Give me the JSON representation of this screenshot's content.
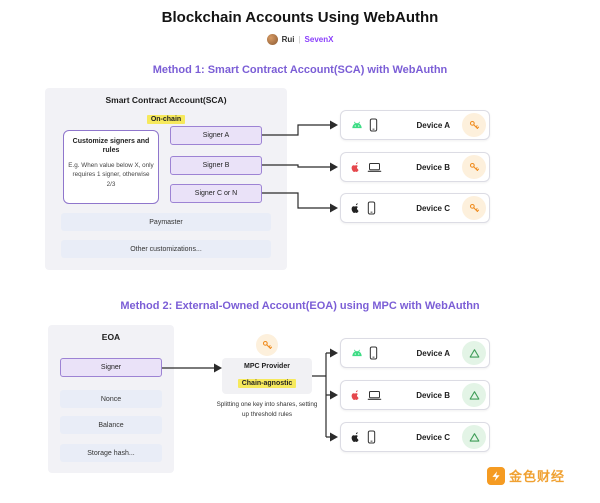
{
  "title": "Blockchain Accounts Using WebAuthn",
  "byline": {
    "author": "Rui",
    "divider": "|",
    "org": "SevenX"
  },
  "colors": {
    "accent_purple": "#7b5ed6",
    "highlight_yellow": "#f6e95c",
    "key_orange": "#ef8b1d",
    "share_green": "#3f9d58",
    "watermark_orange": "#f0a132"
  },
  "method1": {
    "heading": "Method 1: Smart Contract Account(SCA) with WebAuthn",
    "panel_title": "Smart Contract Account(SCA)",
    "badge": "On-chain",
    "rules_title": "Customize signers and rules",
    "rules_body": "E.g. When value below X, only requires 1 signer, otherwise 2/3",
    "signers": [
      "Signer A",
      "Signer B",
      "Signer C or N"
    ],
    "paymaster": "Paymaster",
    "other_customizations": "Other customizations...",
    "devices": [
      {
        "label": "Device A",
        "platform_icon": "android-icon",
        "device_icon": "smartphone-icon",
        "auth_icon": "key-icon"
      },
      {
        "label": "Device B",
        "platform_icon": "apple-red-icon",
        "device_icon": "laptop-icon",
        "auth_icon": "key-icon"
      },
      {
        "label": "Device C",
        "platform_icon": "apple-black-icon",
        "device_icon": "smartphone-icon",
        "auth_icon": "key-icon"
      }
    ]
  },
  "method2": {
    "heading": "Method 2: External-Owned Account(EOA) using MPC with WebAuthn",
    "panel_title": "EOA",
    "signer": "Signer",
    "fields": [
      "Nonce",
      "Balance",
      "Storage hash..."
    ],
    "mpc_title": "MPC Provider",
    "mpc_badge": "Chain-agnostic",
    "mpc_body": "Splitting one key into shares, setting up threshold rules",
    "devices": [
      {
        "label": "Device A",
        "platform_icon": "android-icon",
        "device_icon": "smartphone-icon",
        "auth_icon": "key-share-icon"
      },
      {
        "label": "Device B",
        "platform_icon": "apple-red-icon",
        "device_icon": "laptop-icon",
        "auth_icon": "key-share-icon"
      },
      {
        "label": "Device C",
        "platform_icon": "apple-black-icon",
        "device_icon": "smartphone-icon",
        "auth_icon": "key-share-icon"
      }
    ]
  },
  "watermark": "金色财经"
}
